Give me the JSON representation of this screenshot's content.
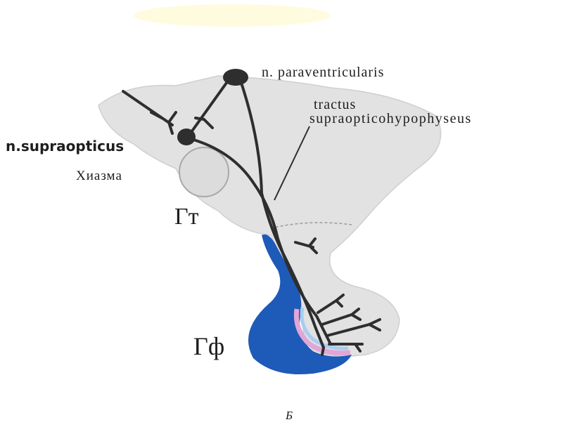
{
  "labels": {
    "paraventricularis": "n. paraventricularis",
    "tractus_line1": "tractus",
    "tractus_line2": "supraopticohypophyseus",
    "supraopticus": "n.supraopticus",
    "chiasm": "Хиазма",
    "hypothalamus": "Гт",
    "hypophysis": "Гф",
    "panel": "Б"
  },
  "colors": {
    "tissue": "#e2e2e2",
    "tissue_outline": "#c8c8c8",
    "nerve": "#2e2e2e",
    "adenohypophysis": "#1e5ab8",
    "pars_intermedia_light": "#a8cdf0",
    "pars_intermedia_pink": "#e2a6d6",
    "yellow_blur": "#fff8c8"
  }
}
